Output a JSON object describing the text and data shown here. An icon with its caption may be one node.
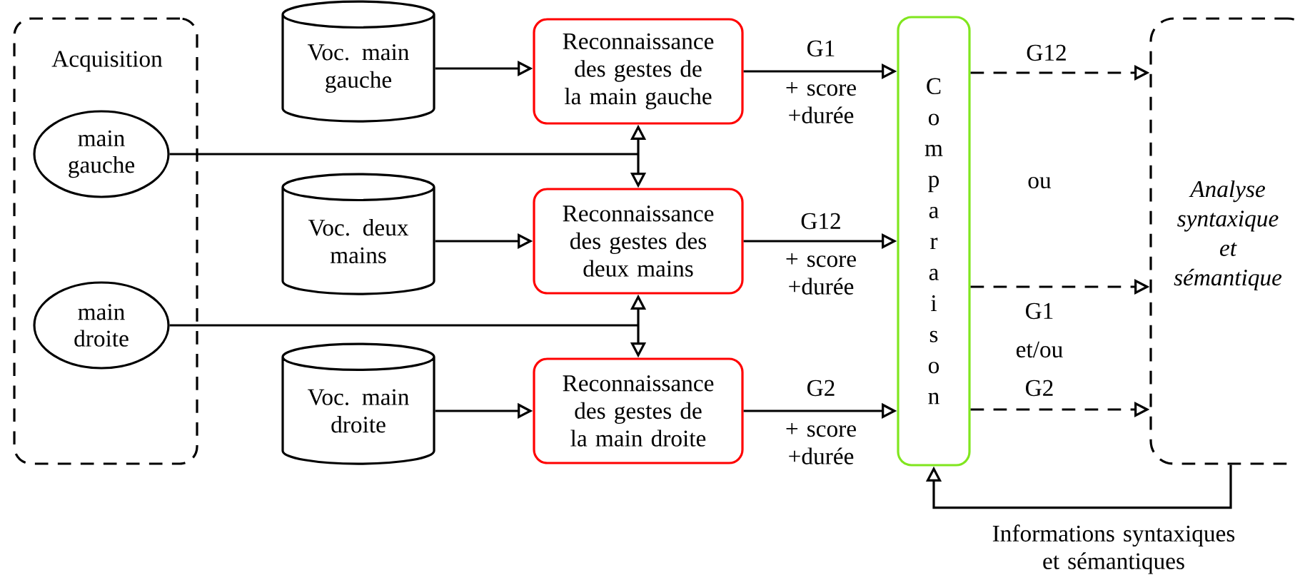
{
  "diagram": {
    "nodes": [
      {
        "text": [
          "Acquisition"
        ]
      },
      {
        "text": [
          "main gauche"
        ],
        "in": 0
      },
      {
        "text": [
          "main droite"
        ],
        "in": 0
      },
      {
        "text": [
          "Voc. main gauche"
        ]
      },
      {
        "text": [
          "Reconnaissance des gestes de la main gauche"
        ]
      },
      {
        "text": [
          "Voc. deux mains"
        ]
      },
      {
        "text": [
          "Reconnaissance des gestes des deux mains"
        ]
      },
      {
        "text": [
          "Voc. main droite"
        ]
      },
      {
        "text": [
          "Reconnaissance des gestes de la main droite"
        ]
      },
      {
        "text": [
          "Comparaison"
        ]
      },
      {
        "text": [
          "Analyse syntaxique et sémantique"
        ]
      }
    ],
    "edges": [
      {
        "from": 3,
        "to": 4,
        "arrow": "to"
      },
      {
        "from": 5,
        "to": 6,
        "arrow": "to"
      },
      {
        "from": 7,
        "to": 8,
        "arrow": "to"
      },
      {
        "from": 1,
        "to": 4,
        "arrow": "to"
      },
      {
        "from": 1,
        "to": 6,
        "arrow": "to"
      },
      {
        "from": 2,
        "to": 6,
        "arrow": "to"
      },
      {
        "from": 2,
        "to": 8,
        "arrow": "to"
      },
      {
        "from": 4,
        "to": 9,
        "arrow": "to",
        "label": "G1"
      },
      {
        "from": 6,
        "to": 9,
        "arrow": "to",
        "label": "G12"
      },
      {
        "from": 8,
        "to": 9,
        "arrow": "to",
        "label": "G2"
      },
      {
        "from": 9,
        "to": 10,
        "arrow": "to",
        "label": "G12",
        "style": "dashed"
      },
      {
        "from": 9,
        "to": 10,
        "arrow": "to",
        "label": "G1",
        "style": "dashed"
      },
      {
        "from": 9,
        "to": 10,
        "arrow": "to",
        "label": "G2",
        "style": "dashed"
      },
      {
        "from": 10,
        "to": 9,
        "arrow": "to",
        "label": "Informations syntaxiques et sémantiques"
      }
    ],
    "labels": [
      "+ score +durée",
      "+ score +durée",
      "+ score +durée",
      "ou",
      "et/ou"
    ]
  }
}
